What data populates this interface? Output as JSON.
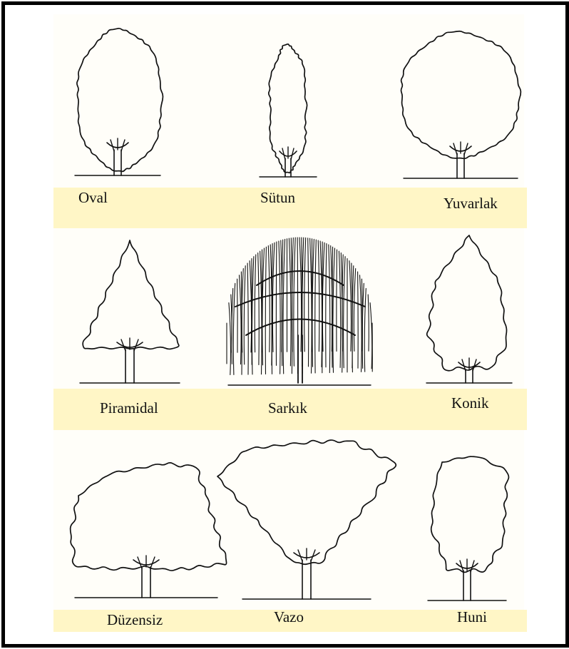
{
  "colors": {
    "band": "#fff6c6",
    "sheet": "#fffef9",
    "ink": "#111111",
    "border": "#000000"
  },
  "shapes": [
    {
      "id": "oval",
      "label": "Oval"
    },
    {
      "id": "sutun",
      "label": "Sütun"
    },
    {
      "id": "yuvarlak",
      "label": "Yuvarlak"
    },
    {
      "id": "piramidal",
      "label": "Piramidal"
    },
    {
      "id": "sarkik",
      "label": "Sarkık"
    },
    {
      "id": "konik",
      "label": "Konik"
    },
    {
      "id": "duzensiz",
      "label": "Düzensiz"
    },
    {
      "id": "vazo",
      "label": "Vazo"
    },
    {
      "id": "huni",
      "label": "Huni"
    }
  ]
}
